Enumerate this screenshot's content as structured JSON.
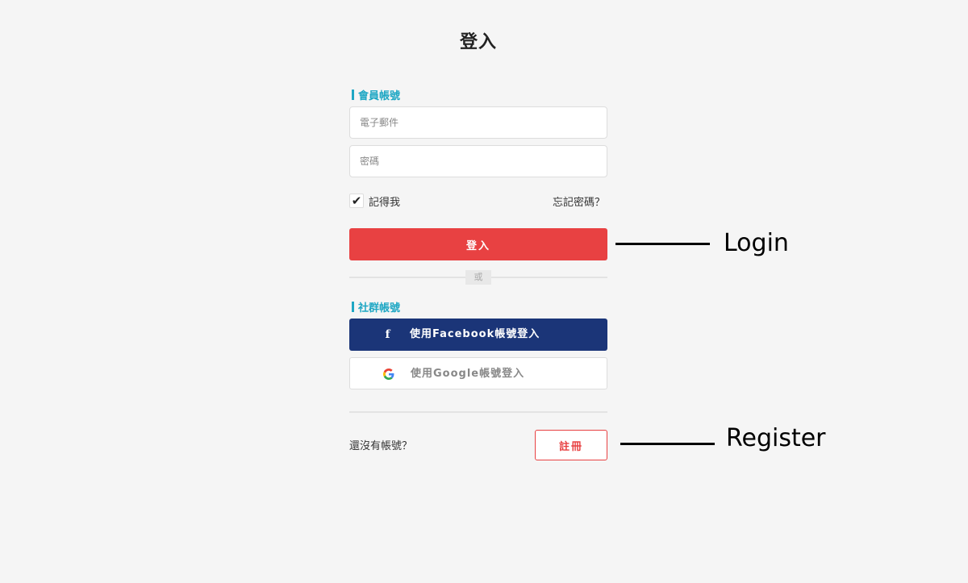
{
  "page": {
    "title": "登入"
  },
  "member": {
    "section_label": "會員帳號",
    "email_placeholder": "電子郵件",
    "password_placeholder": "密碼",
    "remember_checkmark": "✔",
    "remember_label": "記得我",
    "forgot_label": "忘記密碼？",
    "login_label": "登入"
  },
  "divider": {
    "or_label": "或"
  },
  "social": {
    "section_label": "社群帳號",
    "facebook_label": "使用Facebook帳號登入",
    "facebook_icon": "f",
    "google_label": "使用Google帳號登入"
  },
  "register": {
    "prompt": "還沒有帳號？",
    "button_label": "註冊"
  },
  "annotations": {
    "login": "Login",
    "register": "Register"
  },
  "colors": {
    "accent": "#1fa7c4",
    "primary_red": "#e84142",
    "facebook_blue": "#1b3578",
    "background": "#f5f5f5"
  }
}
